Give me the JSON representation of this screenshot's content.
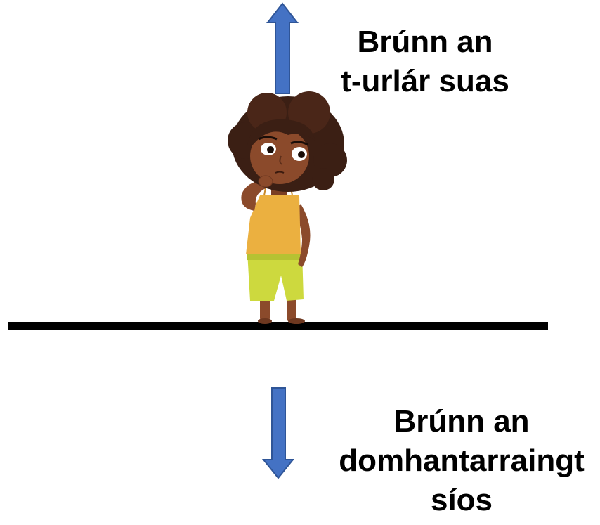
{
  "diagram": {
    "upward_force": {
      "lines": [
        "Brúnn an",
        "t-urlár suas"
      ],
      "direction": "up"
    },
    "downward_force": {
      "lines": [
        "Brúnn an",
        "domhantarraingt",
        "síos"
      ],
      "direction": "down"
    },
    "colors": {
      "arrow_fill": "#4472C4",
      "arrow_stroke": "#2F5597",
      "floor": "#000000",
      "skin": "#8B4A2B",
      "hair": "#3B1F14",
      "top": "#EBB040",
      "shorts": "#CDD93E"
    },
    "icons": {
      "figure": "thinking-girl-icon"
    }
  }
}
